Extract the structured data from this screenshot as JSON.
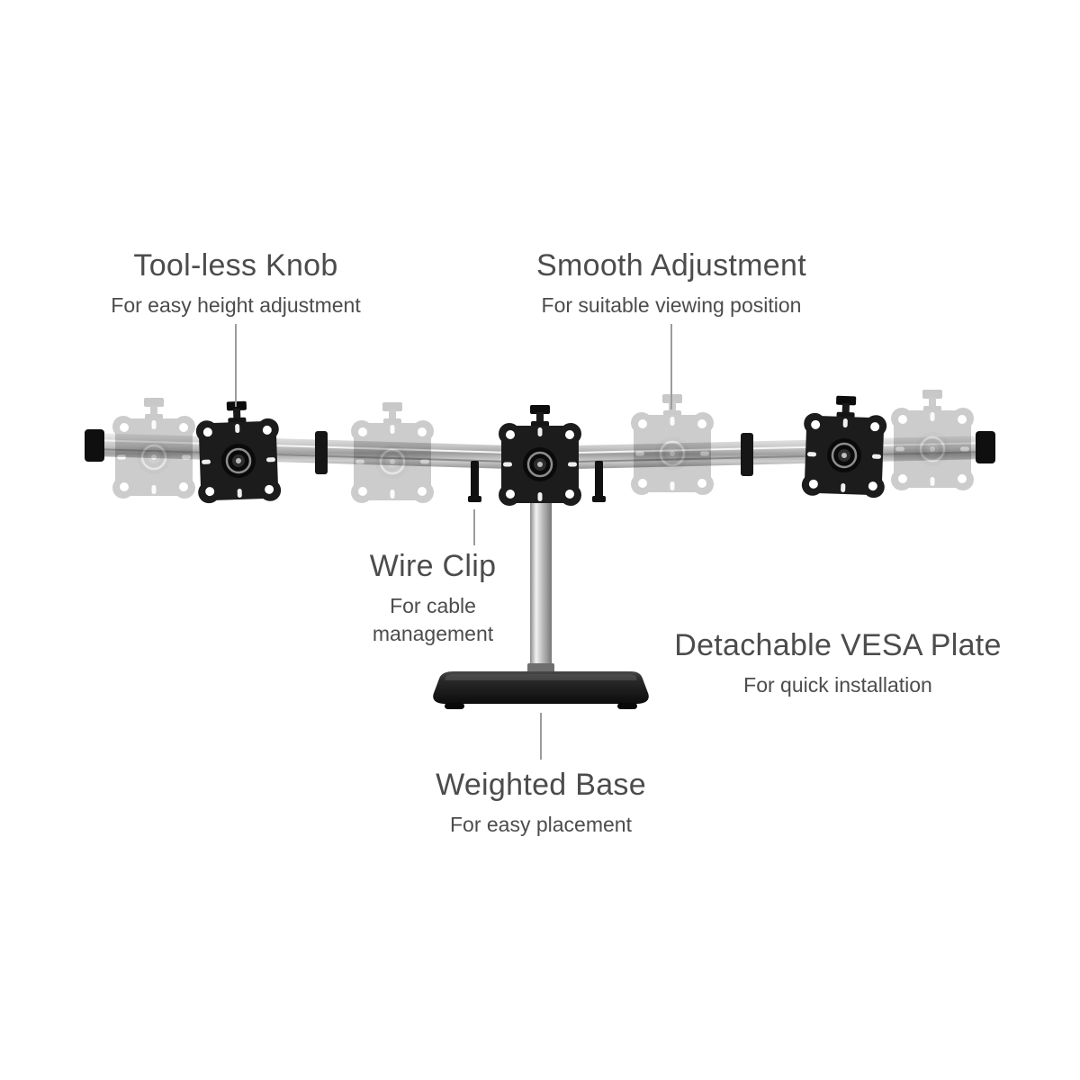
{
  "page": {
    "background": "#ffffff"
  },
  "colors": {
    "text": "#4c4c4c",
    "callout_line": "#9c9c9c",
    "bar_silver": "#c7c7c7",
    "plate_black": "#1c1c1c",
    "pole_silver": "#c0c0c0",
    "base_black": "#1d1d1d"
  },
  "illustration": {
    "parts": [
      "crossbar",
      "bar-end-caps",
      "vesa-plates",
      "ghost-vesa-plates",
      "wire-clips",
      "pole",
      "weighted-base"
    ]
  },
  "annotations": {
    "tool_less_knob": {
      "title": "Tool-less Knob",
      "subtitle": "For easy height adjustment"
    },
    "smooth_adjustment": {
      "title": "Smooth Adjustment",
      "subtitle": "For suitable viewing position"
    },
    "wire_clip": {
      "title": "Wire Clip",
      "subtitle": "For cable management"
    },
    "detachable_vesa_plate": {
      "title": "Detachable VESA Plate",
      "subtitle": "For quick installation"
    },
    "weighted_base": {
      "title": "Weighted Base",
      "subtitle": "For easy placement"
    }
  }
}
